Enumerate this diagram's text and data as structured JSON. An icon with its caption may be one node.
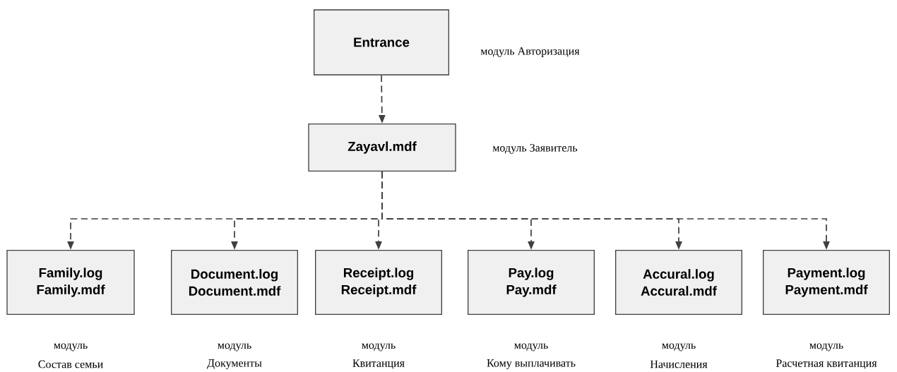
{
  "diagram": {
    "nodes": [
      {
        "text": [
          "Entrance"
        ],
        "beside": [
          "модуль Авторизация"
        ]
      },
      {
        "text": [
          "Zayavl.mdf"
        ],
        "beside": [
          "модуль Заявитель"
        ]
      },
      {
        "text": [
          "Family.log",
          "Family.mdf"
        ],
        "beside": [
          "модуль",
          "Состав семьи"
        ]
      },
      {
        "text": [
          "Document.log",
          "Document.mdf"
        ],
        "beside": [
          "модуль",
          "Документы"
        ]
      },
      {
        "text": [
          "Receipt.log",
          "Receipt.mdf"
        ],
        "beside": [
          "модуль",
          "Квитанция"
        ]
      },
      {
        "text": [
          "Pay.log",
          "Pay.mdf"
        ],
        "beside": [
          "модуль",
          "Кому выплачивать"
        ]
      },
      {
        "text": [
          "Accural.log",
          "Accural.mdf"
        ],
        "beside": [
          "модуль",
          "Начисления"
        ]
      },
      {
        "text": [
          "Payment.log",
          "Payment.mdf"
        ],
        "beside": [
          "модуль",
          "Расчетная квитанция"
        ]
      }
    ],
    "edges": [
      {
        "from": 0,
        "to": 1,
        "arrow": "to",
        "style": "dashed"
      },
      {
        "from": 1,
        "to": 2,
        "arrow": "to",
        "style": "dashed"
      },
      {
        "from": 1,
        "to": 3,
        "arrow": "to",
        "style": "dashed"
      },
      {
        "from": 1,
        "to": 4,
        "arrow": "to",
        "style": "dashed"
      },
      {
        "from": 1,
        "to": 5,
        "arrow": "to",
        "style": "dashed"
      },
      {
        "from": 1,
        "to": 6,
        "arrow": "to",
        "style": "dashed"
      },
      {
        "from": 1,
        "to": 7,
        "arrow": "to",
        "style": "dashed"
      }
    ]
  }
}
